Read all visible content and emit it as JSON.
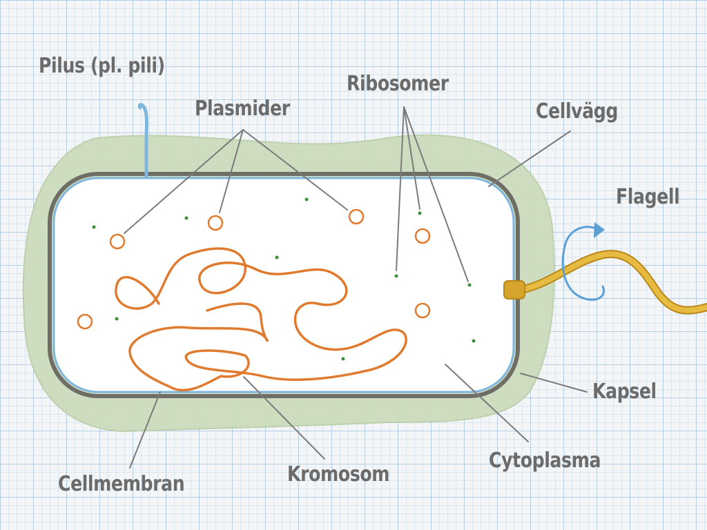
{
  "labels": {
    "pilus": "Pilus (pl. pili)",
    "plasmider": "Plasmider",
    "ribosomer": "Ribosomer",
    "cellvagg": "Cellvägg",
    "flagell": "Flagell",
    "kapsel": "Kapsel",
    "cytoplasma": "Cytoplasma",
    "kromosom": "Kromosom",
    "cellmembran": "Cellmembran"
  },
  "colors": {
    "capsule": "#cbdbb9",
    "cell_wall": "#6e6e66",
    "cell_membrane": "#7fb6de",
    "cytoplasm": "#ffffff",
    "chromosome": "#e07a2e",
    "plasmid": "#e07a2e",
    "ribosome": "#3e8f3b",
    "flagellum": "#d7a52c",
    "rotation_arrow": "#5a9fd6",
    "label_text": "#6b6b6b",
    "leader_line": "#7a7a7a"
  }
}
